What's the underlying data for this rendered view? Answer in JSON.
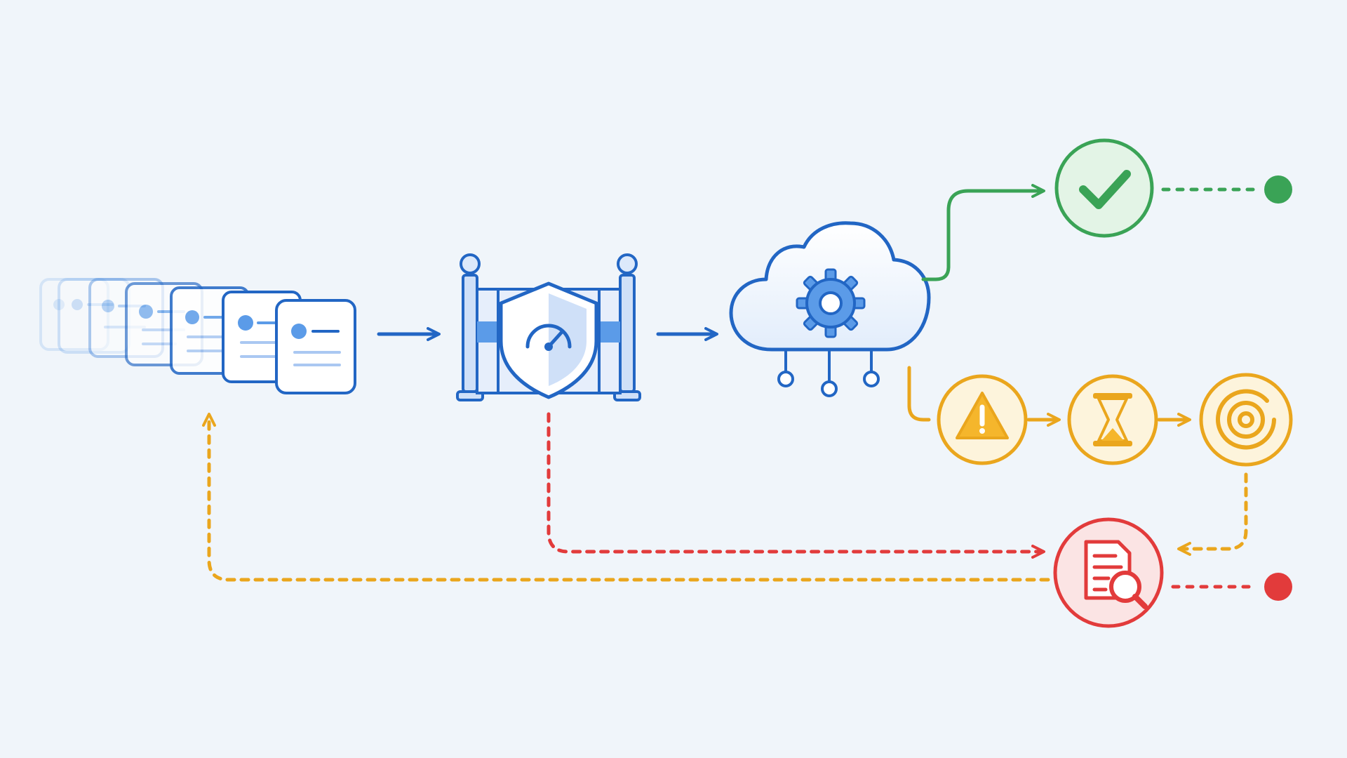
{
  "colors": {
    "background": "#f0f5fa",
    "primary_blue": "#2266c4",
    "light_blue": "#5b9be8",
    "pale_blue": "#dce9fb",
    "success_green": "#3aa356",
    "success_fill": "#e3f4e6",
    "warning_amber": "#eaa61d",
    "warning_fill": "#fdf4dc",
    "error_red": "#e23b3b",
    "error_fill": "#fbe4e4",
    "white": "#ffffff"
  },
  "stages": [
    {
      "id": "request-queue",
      "icon": "document-stack-icon"
    },
    {
      "id": "rate-limit-gate",
      "icon": "shield-gauge-gate-icon"
    },
    {
      "id": "cloud-processing",
      "icon": "cloud-gear-icon"
    },
    {
      "id": "success",
      "icon": "checkmark-icon"
    },
    {
      "id": "warning",
      "icon": "warning-triangle-icon"
    },
    {
      "id": "wait",
      "icon": "hourglass-icon"
    },
    {
      "id": "retry",
      "icon": "target-icon"
    },
    {
      "id": "inspect",
      "icon": "report-search-icon"
    }
  ],
  "flows": [
    {
      "from": "request-queue",
      "to": "rate-limit-gate",
      "style": "solid",
      "color": "primary_blue"
    },
    {
      "from": "rate-limit-gate",
      "to": "cloud-processing",
      "style": "solid",
      "color": "primary_blue"
    },
    {
      "from": "cloud-processing",
      "to": "success",
      "style": "solid",
      "color": "success_green"
    },
    {
      "from": "cloud-processing",
      "to": "warning",
      "style": "solid",
      "color": "warning_amber"
    },
    {
      "from": "warning",
      "to": "wait",
      "style": "solid",
      "color": "warning_amber"
    },
    {
      "from": "wait",
      "to": "retry",
      "style": "solid",
      "color": "warning_amber"
    },
    {
      "from": "retry",
      "to": "inspect",
      "style": "dashed",
      "color": "warning_amber"
    },
    {
      "from": "rate-limit-gate",
      "to": "inspect",
      "style": "dashed",
      "color": "error_red"
    },
    {
      "from": "inspect",
      "to": "request-queue",
      "style": "dashed",
      "color": "warning_amber"
    },
    {
      "from": "success",
      "to": "success-end",
      "style": "dotted",
      "color": "success_green"
    },
    {
      "from": "inspect",
      "to": "error-end",
      "style": "dotted",
      "color": "error_red"
    }
  ]
}
